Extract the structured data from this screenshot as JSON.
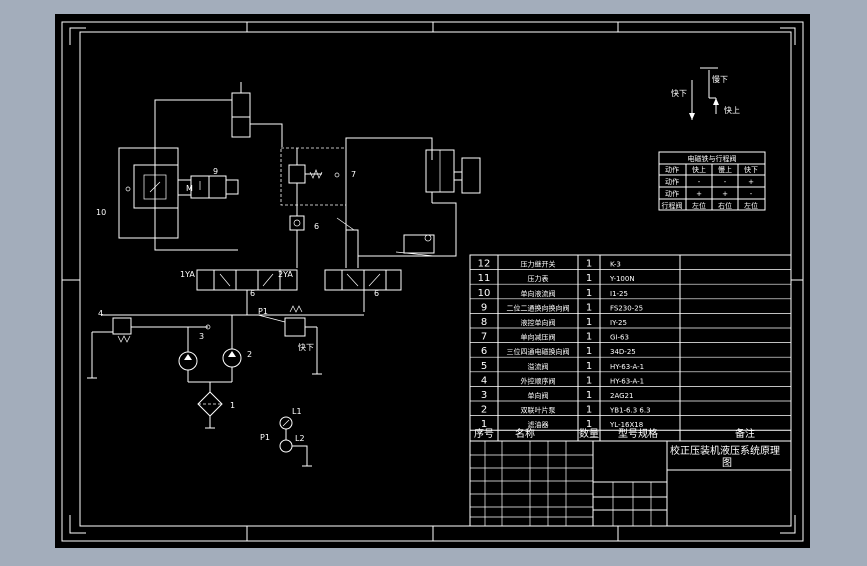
{
  "colors": {
    "background": "#a3adbb",
    "sheet": "#000000",
    "line": "#ffffff"
  },
  "labels": {
    "n9": "9",
    "n10": "10",
    "n7": "7",
    "n6": "6",
    "n4": "4",
    "n3": "3",
    "n2": "2",
    "n1": "1",
    "m": "M",
    "p1": "P1",
    "p1b": "P1",
    "kuaixia": "快下",
    "yv1": "1YA",
    "yv2": "2YA",
    "l1": "L1",
    "l2": "L2",
    "n6a": "6",
    "n6b": "6"
  },
  "cycle": {
    "kuaixia": "快下",
    "manxia": "慢下",
    "kuaishang": "快上"
  },
  "em_table": {
    "title": "电磁铁与行程阀",
    "header": [
      "动作",
      "快上",
      "慢上",
      "快下"
    ],
    "rows": [
      [
        "动作",
        "-",
        "-",
        "+"
      ],
      [
        "动作",
        "+",
        "+",
        "-"
      ],
      [
        "行程阀",
        "左位",
        "右位",
        "左位"
      ]
    ]
  },
  "parts": [
    {
      "no": "12",
      "name": "压力继开关",
      "qty": "1",
      "model": "K-3",
      "note": ""
    },
    {
      "no": "11",
      "name": "压力表",
      "qty": "1",
      "model": "Y-100N",
      "note": ""
    },
    {
      "no": "10",
      "name": "单向液流阀",
      "qty": "1",
      "model": "I1-25",
      "note": ""
    },
    {
      "no": "9",
      "name": "二位二通换向换向阀",
      "qty": "1",
      "model": "FS230-25",
      "note": ""
    },
    {
      "no": "8",
      "name": "液控单向阀",
      "qty": "1",
      "model": "IY-25",
      "note": ""
    },
    {
      "no": "7",
      "name": "单向减压阀",
      "qty": "1",
      "model": "GI-63",
      "note": ""
    },
    {
      "no": "6",
      "name": "三位四通电磁换向阀",
      "qty": "1",
      "model": "34D-25",
      "note": ""
    },
    {
      "no": "5",
      "name": "溢流阀",
      "qty": "1",
      "model": "HY-63-A-1",
      "note": ""
    },
    {
      "no": "4",
      "name": "外控顺序阀",
      "qty": "1",
      "model": "HY-63-A-1",
      "note": ""
    },
    {
      "no": "3",
      "name": "单向阀",
      "qty": "1",
      "model": "2AG21",
      "note": ""
    },
    {
      "no": "2",
      "name": "双联叶片泵",
      "qty": "1",
      "model": "YB1-6.3 6.3",
      "note": ""
    },
    {
      "no": "1",
      "name": "滤油器",
      "qty": "1",
      "model": "YL-16X18",
      "note": ""
    }
  ],
  "parts_header": {
    "no": "序号",
    "name": "名称",
    "qty": "数量",
    "model": "型号规格",
    "note": "备注"
  },
  "title_block": {
    "title_line1": "校正压装机液压系统原理",
    "title_line2": "图"
  }
}
